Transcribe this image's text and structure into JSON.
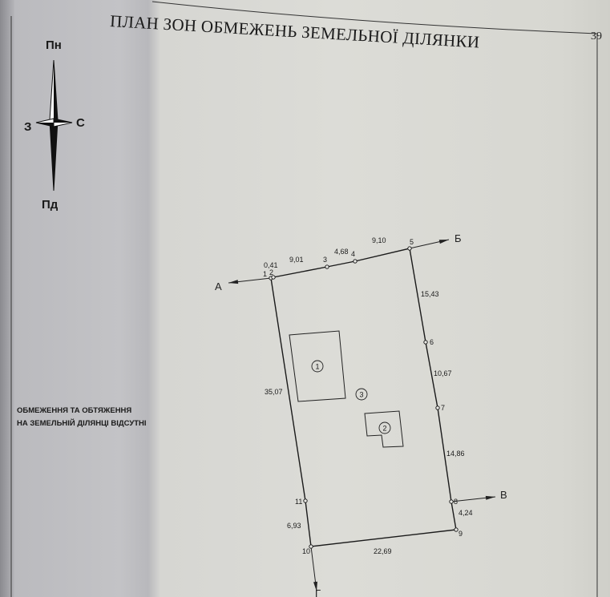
{
  "title": "ПЛАН ЗОН ОБМЕЖЕНЬ ЗЕМЕЛЬНОЇ ДІЛЯНКИ",
  "page_number": "39",
  "compass": {
    "north": "Пн",
    "south": "Пд",
    "west": "З",
    "east": "С"
  },
  "note": {
    "line1": "ОБМЕЖЕННЯ ТА ОБТЯЖЕННЯ",
    "line2": "НА ЗЕМЕЛЬНІЙ ДІЛЯНЦІ ВІДСУТНІ"
  },
  "plan": {
    "points": [
      "1",
      "2",
      "3",
      "4",
      "5",
      "6",
      "7",
      "8",
      "9",
      "10",
      "11"
    ],
    "distances": [
      "0,41",
      "9,01",
      "4,68",
      "9,10",
      "15,43",
      "10,67",
      "14,86",
      "4,24",
      "22,69",
      "6,93",
      "35,07"
    ],
    "directions": [
      "А",
      "Б",
      "В",
      "Г"
    ],
    "objects": [
      "1",
      "2",
      "3"
    ]
  }
}
